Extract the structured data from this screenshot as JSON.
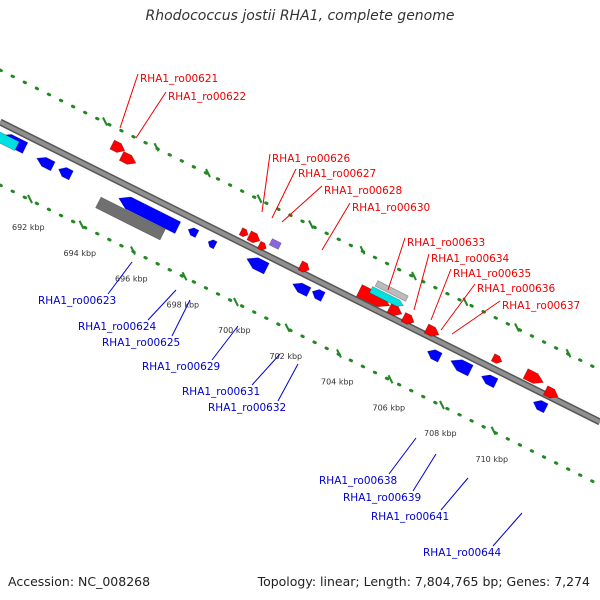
{
  "title": "Rhodococcus jostii RHA1, complete genome",
  "footer": {
    "accession": "Accession: NC_008268",
    "info": "Topology: linear; Length: 7,804,765 bp; Genes: 7,274"
  },
  "colors": {
    "forward": "#ff0000",
    "reverse": "#0000ff",
    "rna": "#00e0e0",
    "pseudo": "#707070",
    "misc": "#8866dd",
    "ruler_tick": "#228822",
    "axis": "#909090"
  },
  "ruler": [
    {
      "label": "692 kbp"
    },
    {
      "label": "694 kbp"
    },
    {
      "label": "696 kbp"
    },
    {
      "label": "698 kbp"
    },
    {
      "label": "700 kbp"
    },
    {
      "label": "702 kbp"
    },
    {
      "label": "704 kbp"
    },
    {
      "label": "706 kbp"
    },
    {
      "label": "708 kbp"
    },
    {
      "label": "710 kbp"
    }
  ],
  "upper_labels": [
    {
      "text": "RHA1_ro00621"
    },
    {
      "text": "RHA1_ro00622"
    },
    {
      "text": "RHA1_ro00626"
    },
    {
      "text": "RHA1_ro00627"
    },
    {
      "text": "RHA1_ro00628"
    },
    {
      "text": "RHA1_ro00630"
    },
    {
      "text": "RHA1_ro00633"
    },
    {
      "text": "RHA1_ro00634"
    },
    {
      "text": "RHA1_ro00635"
    },
    {
      "text": "RHA1_ro00636"
    },
    {
      "text": "RHA1_ro00637"
    }
  ],
  "lower_labels": [
    {
      "text": "RHA1_ro00623"
    },
    {
      "text": "RHA1_ro00624"
    },
    {
      "text": "RHA1_ro00625"
    },
    {
      "text": "RHA1_ro00629"
    },
    {
      "text": "RHA1_ro00631"
    },
    {
      "text": "RHA1_ro00632"
    },
    {
      "text": "RHA1_ro00638"
    },
    {
      "text": "RHA1_ro00639"
    },
    {
      "text": "RHA1_ro00641"
    },
    {
      "text": "RHA1_ro00644"
    }
  ]
}
